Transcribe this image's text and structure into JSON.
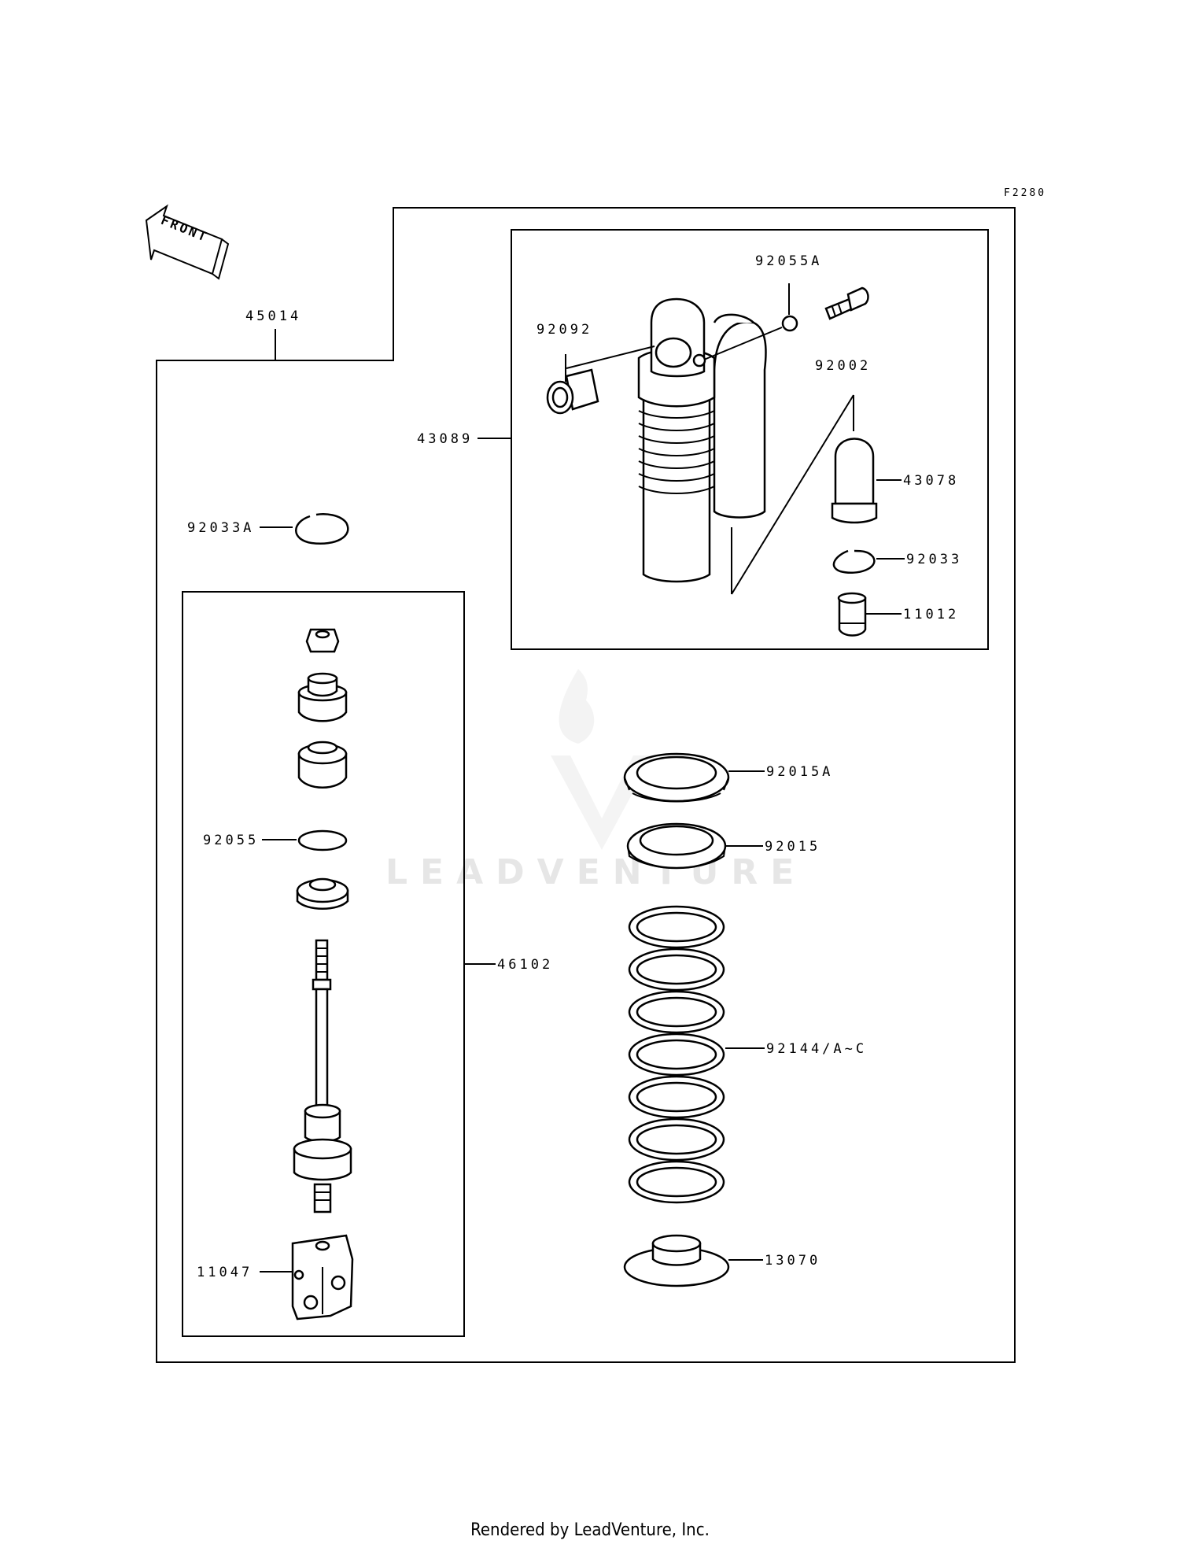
{
  "diagram_code": "F2280",
  "front_label": "FRONT",
  "watermark": "LEADVENTURE",
  "footer": "Rendered by LeadVenture, Inc.",
  "parts": {
    "p45014": "45014",
    "p43089": "43089",
    "p92055A": "92055A",
    "p92092": "92092",
    "p92002": "92002",
    "p43078": "43078",
    "p92033": "92033",
    "p11012": "11012",
    "p92033A": "92033A",
    "p92015A": "92015A",
    "p92015": "92015",
    "p92055": "92055",
    "p46102": "46102",
    "p92144": "92144/A~C",
    "p11047": "11047",
    "p13070": "13070"
  }
}
